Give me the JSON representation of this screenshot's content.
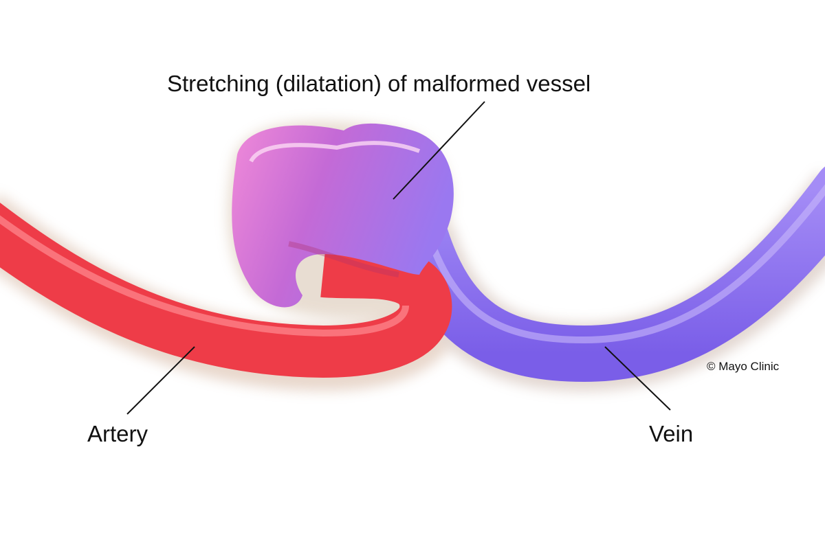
{
  "labels": {
    "title": "Stretching (dilatation) of malformed vessel",
    "artery": "Artery",
    "vein": "Vein",
    "copyright": "© Mayo Clinic"
  },
  "colors": {
    "artery": "#f0434f",
    "vein": "#8f72f0",
    "bulb_pink": "#e27ad0",
    "bulb_purple": "#a66ee0"
  }
}
